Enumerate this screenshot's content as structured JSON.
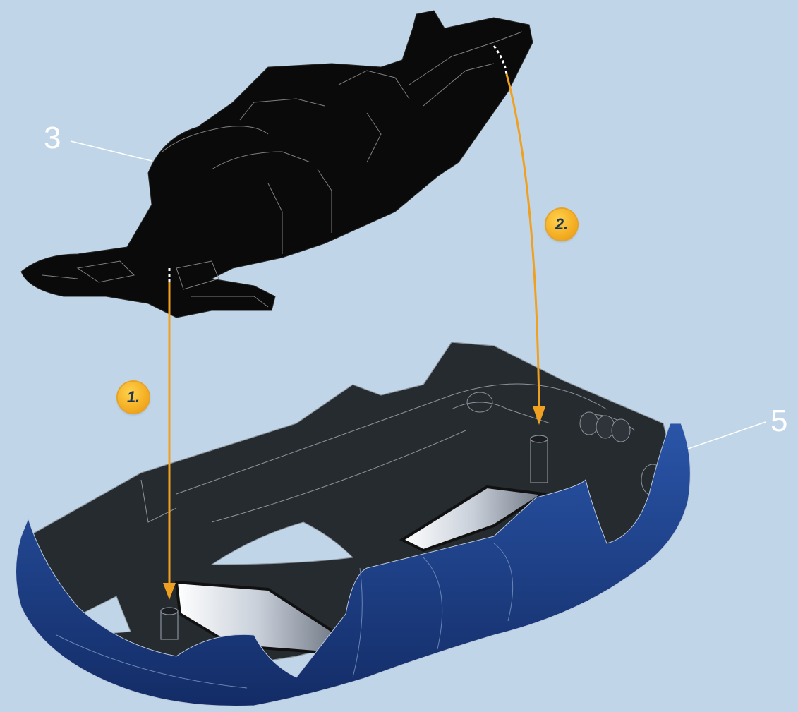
{
  "labels": {
    "part_top": "3",
    "part_bottom": "5"
  },
  "steps": [
    {
      "label": "1."
    },
    {
      "label": "2."
    }
  ],
  "colors": {
    "background": "#c0d6e8",
    "top_part": "#0a0a0a",
    "body_inner": "#262b30",
    "body_shell": "#1d3f86",
    "arrow": "#f0a020",
    "badge": "#f2a81c"
  }
}
